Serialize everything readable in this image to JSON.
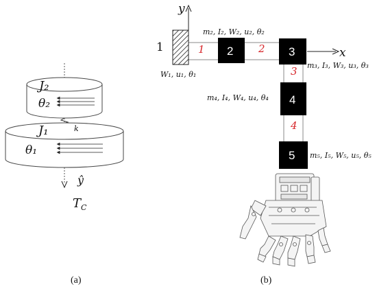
{
  "panel_a": {
    "caption": "(a)",
    "top_disk": {
      "inertia": "J₂",
      "angle": "θ₂"
    },
    "bottom_disk": {
      "inertia": "J₁",
      "angle": "θ₁"
    },
    "spring": "k",
    "axis": "ŷ",
    "torque": "T"
  },
  "panel_b": {
    "caption": "(b)",
    "axis_x": "x",
    "axis_y": "y",
    "base_label": "1",
    "base_params": "W₁, u₁, θ₁",
    "nodes": [
      {
        "id": "2",
        "params": "m₂, I₂, W₂, u₂, θ₂"
      },
      {
        "id": "3",
        "params": "m₃, I₃, W₃, u₃, θ₃"
      },
      {
        "id": "4",
        "params": "m₄, I₄, W₄, u₄, θ₄"
      },
      {
        "id": "5",
        "params": "m₅, I₅, W₅, u₅, θ₅"
      }
    ],
    "segments": [
      "1",
      "2",
      "3",
      "4"
    ],
    "colors": {
      "node_fill": "#000000",
      "segment_label": "#d7262a",
      "link": "#8a8a8a"
    }
  }
}
